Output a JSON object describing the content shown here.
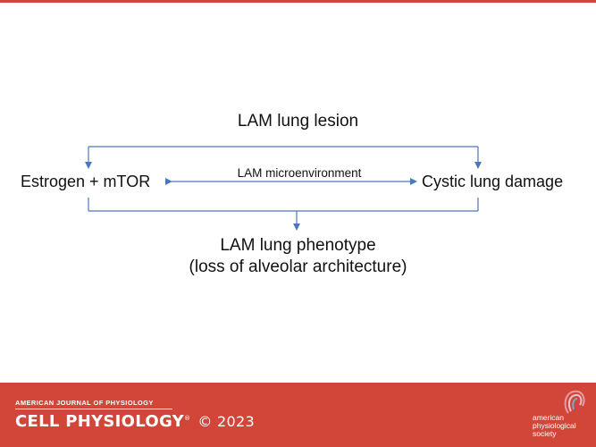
{
  "diagram": {
    "top_node": "LAM lung lesion",
    "left_node": "Estrogen + mTOR",
    "right_node": "Cystic lung damage",
    "connector_label": "LAM microenvironment",
    "bottom_node_line1": "LAM lung phenotype",
    "bottom_node_line2": "(loss of alveolar architecture)",
    "arrow_color": "#4a78c0"
  },
  "footer": {
    "journal_small": "AMERICAN JOURNAL OF PHYSIOLOGY",
    "journal_big": "CELL PHYSIOLOGY",
    "registered": "®",
    "copyright": "© 2023",
    "society_line1": "american",
    "society_line2": "physiological",
    "society_line3": "society",
    "background_color": "#d2463a"
  }
}
